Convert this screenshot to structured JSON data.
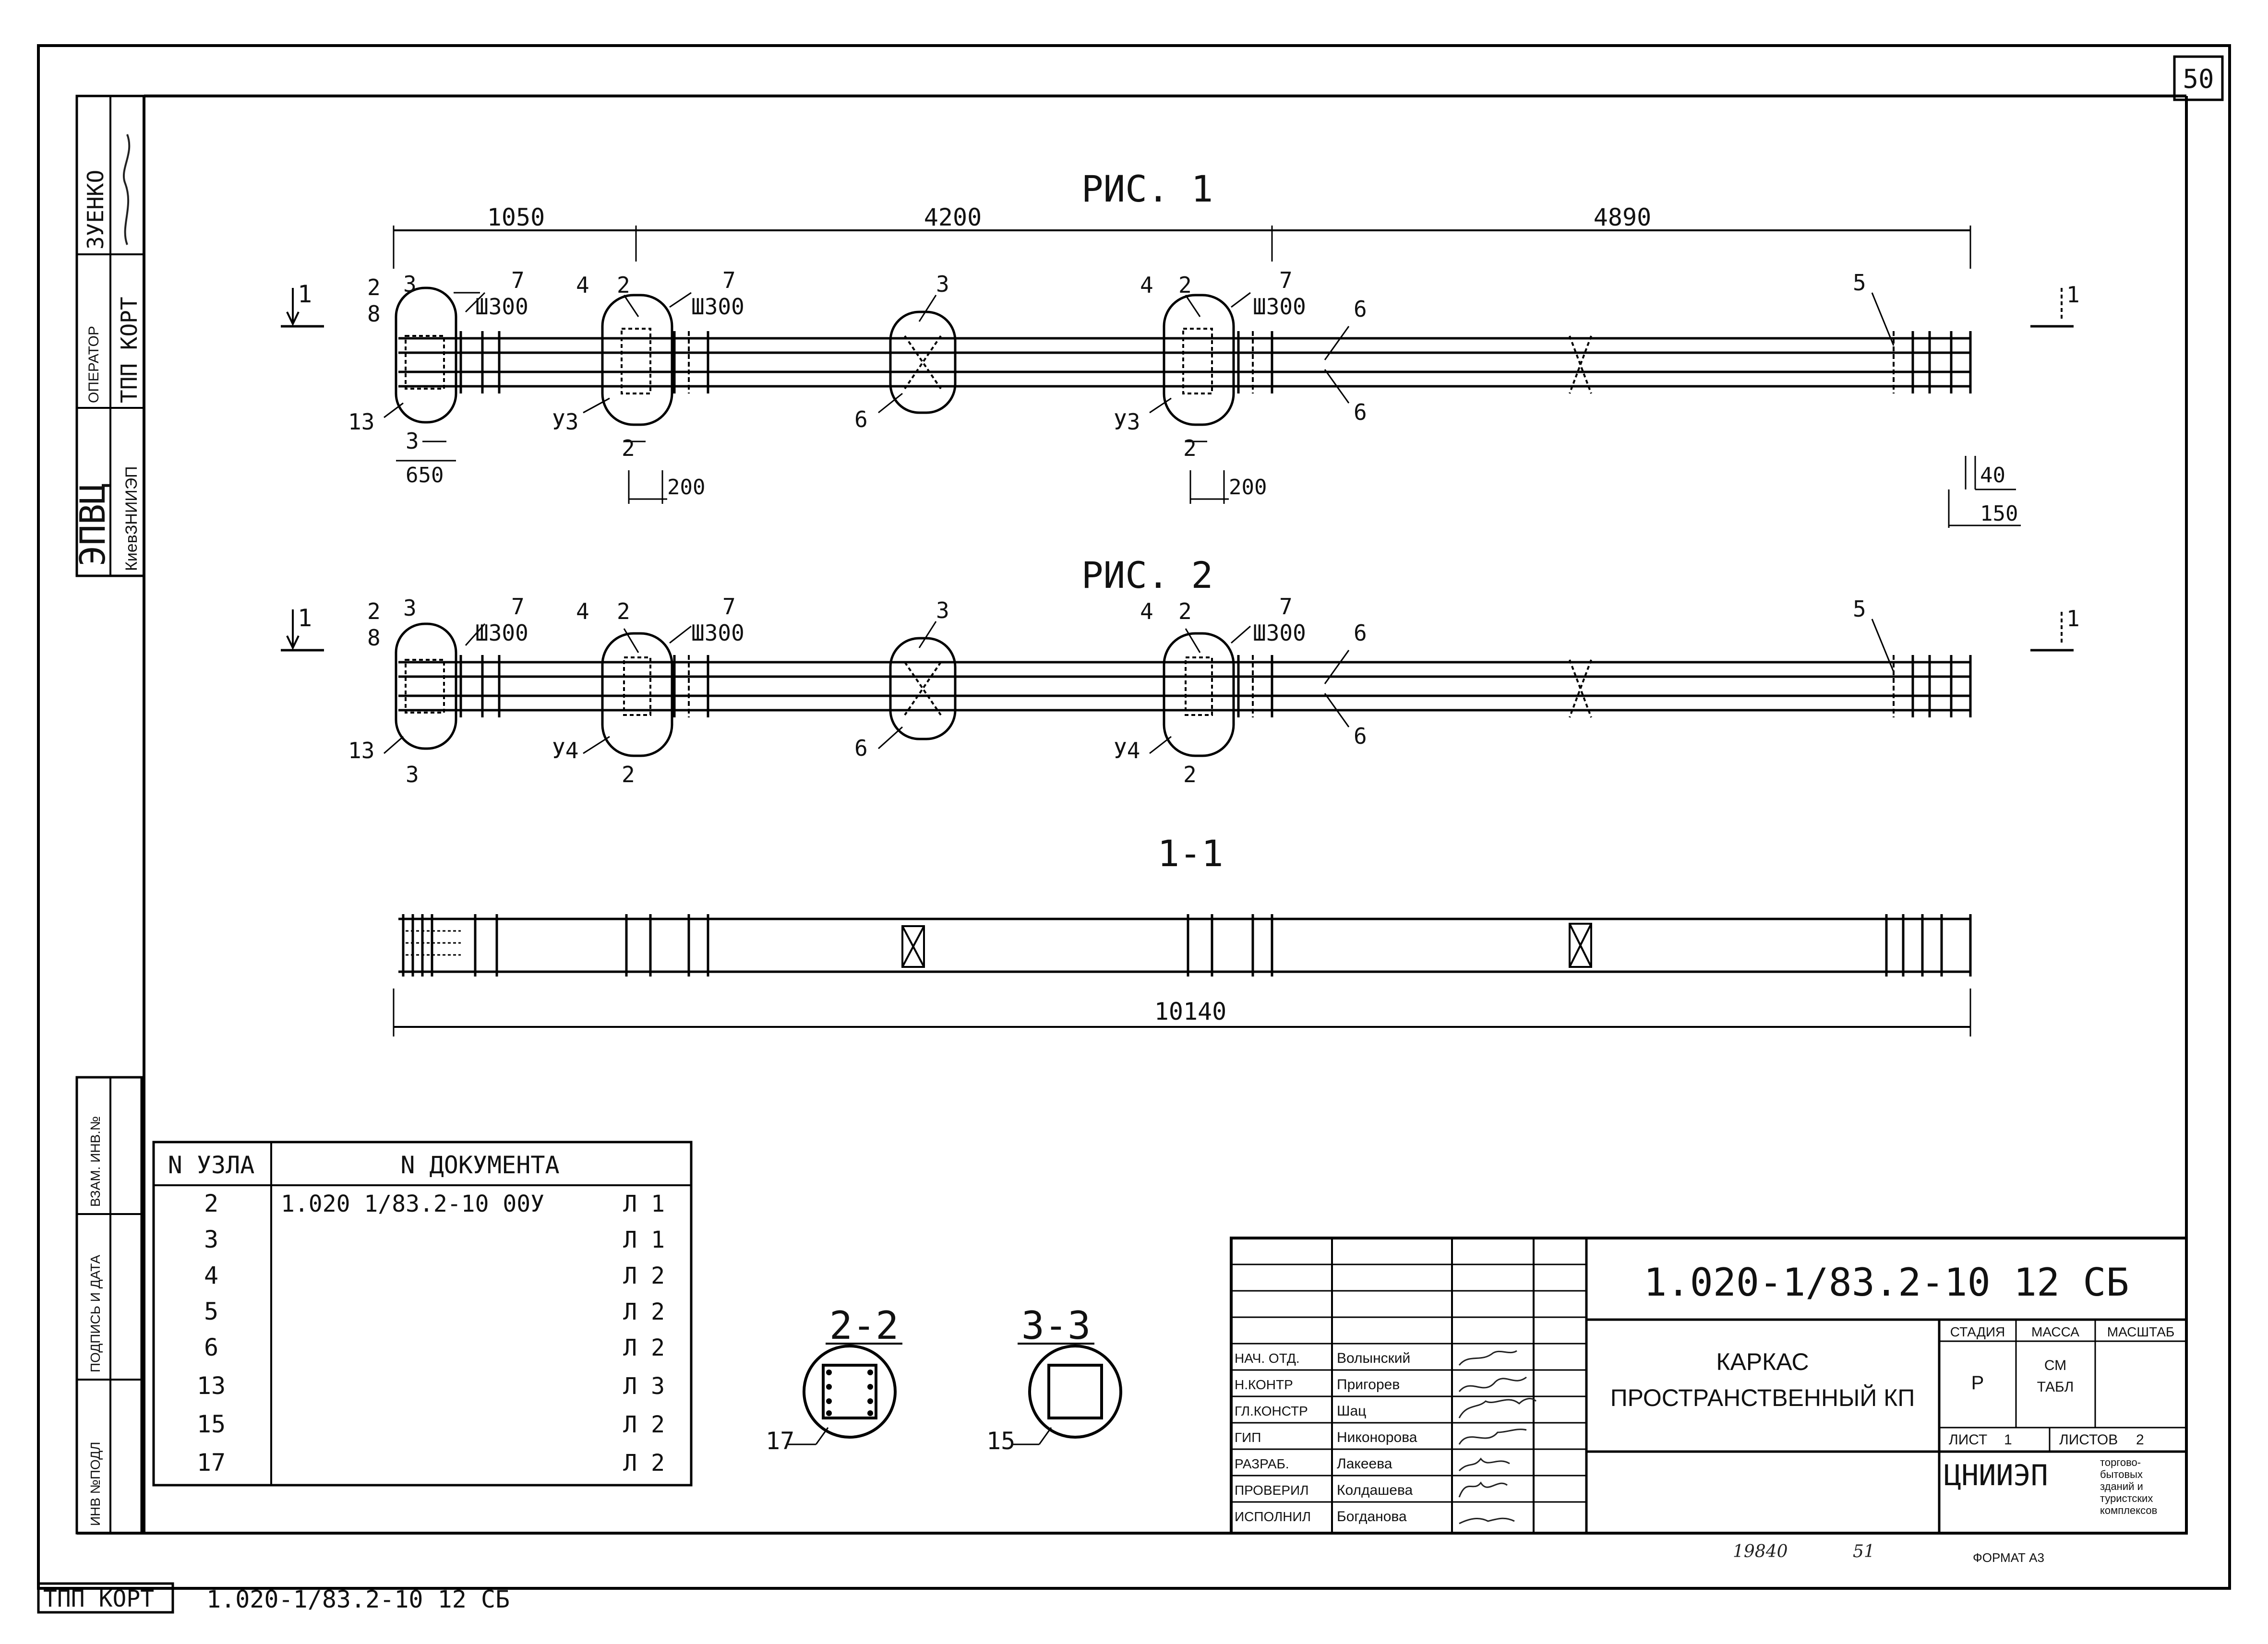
{
  "sheet_number": "50",
  "left_stamp": {
    "org": "ЭПВЦ",
    "org_sub": "КиевЗНИИЭП",
    "operator_label": "ОПЕРАТОР",
    "project": "ТПП КОРТ",
    "operator_name": "ЗУЕНКО"
  },
  "left_side_labels": [
    "ВЗАМ. ИНВ.№",
    "ПОДПИСЬ И ДАТА",
    "ИНВ №ПОДЛ"
  ],
  "fig1": {
    "title": "РИС. 1",
    "dims": [
      "1050",
      "4200",
      "4890"
    ],
    "callouts": [
      "1",
      "2",
      "8",
      "3",
      "7",
      "Ш300",
      "4",
      "2",
      "7",
      "Ш300",
      "3",
      "4",
      "2",
      "7",
      "Ш300",
      "6",
      "5",
      "13",
      "3",
      "У3",
      "2",
      "6",
      "У3",
      "2",
      "6",
      "1"
    ],
    "sub_dims": [
      "650",
      "200",
      "200",
      "40",
      "150"
    ]
  },
  "fig2": {
    "title": "РИС. 2",
    "callouts": [
      "1",
      "2",
      "8",
      "3",
      "7",
      "Ш300",
      "4",
      "2",
      "7",
      "Ш300",
      "3",
      "4",
      "2",
      "7",
      "Ш300",
      "6",
      "5",
      "13",
      "3",
      "У4",
      "2",
      "6",
      "У4",
      "2",
      "6",
      "1"
    ]
  },
  "section_1_1": {
    "title": "1-1",
    "length": "10140"
  },
  "nodes_table": {
    "headers": [
      "N УЗЛА",
      "N ДОКУМЕНТА"
    ],
    "document": "1.020 1/83.2-10 00У",
    "rows": [
      {
        "node": "2",
        "sheet": "Л 1"
      },
      {
        "node": "3",
        "sheet": "Л 1"
      },
      {
        "node": "4",
        "sheet": "Л 2"
      },
      {
        "node": "5",
        "sheet": "Л 2"
      },
      {
        "node": "6",
        "sheet": "Л 2"
      },
      {
        "node": "13",
        "sheet": "Л 3"
      },
      {
        "node": "15",
        "sheet": "Л 2"
      },
      {
        "node": "17",
        "sheet": "Л 2"
      }
    ]
  },
  "section_2_2": {
    "title": "2-2",
    "callout": "17"
  },
  "section_3_3": {
    "title": "3-3",
    "callout": "15"
  },
  "title_block": {
    "code": "1.020-1/83.2-10 12 СБ",
    "name_line1": "КАРКАС",
    "name_line2": "ПРОСТРАНСТВЕННЫЙ КП",
    "col_headers": [
      "СТАДИЯ",
      "МАССА",
      "МАСШТАБ"
    ],
    "stage": "Р",
    "mass_line1": "СМ",
    "mass_line2": "ТАБЛ",
    "sheet_label": "ЛИСТ",
    "sheet_value": "1",
    "sheets_label": "ЛИСТОВ",
    "sheets_value": "2",
    "org": "ЦНИИЭП",
    "org_sub": [
      "торгово-",
      "бытовых",
      "зданий и",
      "туристских",
      "комплексов"
    ],
    "roles": [
      {
        "role": "НАЧ. ОТД.",
        "name": "Волынский"
      },
      {
        "role": "Н.КОНТР",
        "name": "Пригорев"
      },
      {
        "role": "ГЛ.КОНСТР",
        "name": "Шац"
      },
      {
        "role": "ГИП",
        "name": "Никонорова"
      },
      {
        "role": "РАЗРАБ.",
        "name": "Лакеева"
      },
      {
        "role": "ПРОВЕРИЛ",
        "name": "Колдашева"
      },
      {
        "role": "ИСПОЛНИЛ",
        "name": "Богданова"
      }
    ]
  },
  "footer": {
    "inv": "19840",
    "num": "51",
    "format": "ФОРМАТ А3",
    "project_tag": "ТПП КОРТ",
    "code": "1.020-1/83.2-10 12 СБ"
  }
}
